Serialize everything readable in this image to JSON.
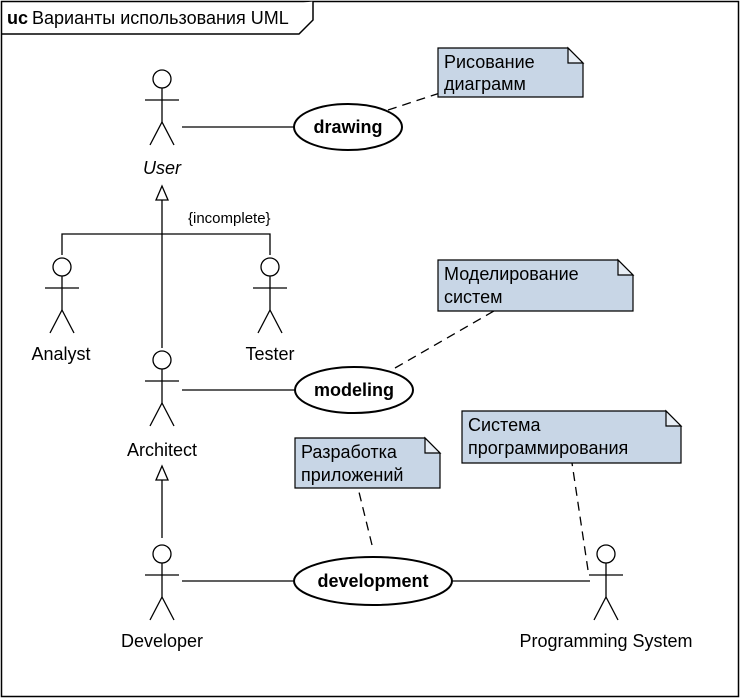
{
  "frame": {
    "keyword": "uc",
    "title": "Варианты использования UML"
  },
  "actors": {
    "user": "User",
    "analyst": "Analyst",
    "tester": "Tester",
    "architect": "Architect",
    "developer": "Developer",
    "programming_system": "Programming System"
  },
  "use_cases": {
    "drawing": "drawing",
    "modeling": "modeling",
    "development": "development"
  },
  "constraint": "{incomplete}",
  "notes": {
    "drawing": [
      "Рисование",
      "диаграмм"
    ],
    "modeling": [
      "Моделирование",
      "систем"
    ],
    "development": [
      "Разработка",
      "приложений"
    ],
    "programming_system": [
      "Система",
      "программирования"
    ]
  },
  "colors": {
    "note_fill": "#c8d6e6",
    "line": "#000000",
    "background": "#ffffff"
  }
}
